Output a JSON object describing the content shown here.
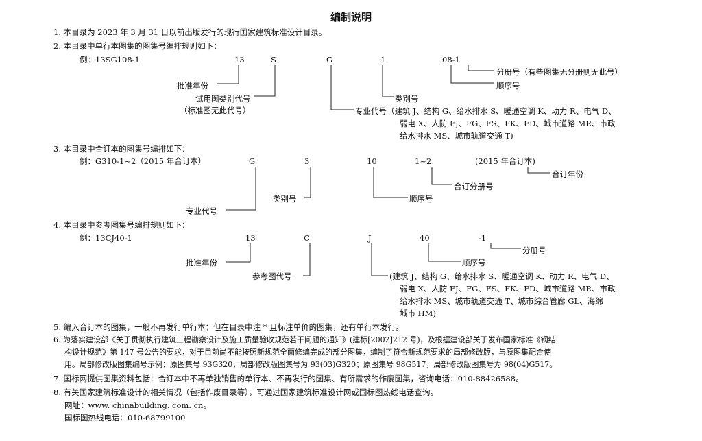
{
  "title": "编制说明",
  "s1": {
    "line": "1. 本目录为 2023 年 3 月 31 日以前出版发行的现行国家建筑标准设计目录。"
  },
  "s2": {
    "line": "2. 本目录中单行本图集的图集号编排规则如下：",
    "example": "例：13SG108-1",
    "parts": [
      "13",
      "S",
      "G",
      "1",
      "08-1"
    ],
    "labels": {
      "year": "批准年份",
      "trial_1": "试用图类别代号",
      "trial_2": "（标准图无此代号）",
      "category": "类别号",
      "order": "顺序号",
      "volume": "分册号（有些图集无分册则无此号）",
      "major_1": "专业代号（建筑 J、结构 G、给水排水 S、暖通空调 K、动力 R、电气 D、",
      "major_2": "弱电 X、人防 FJ、FG、FS、FK、FD、城市道路 MR、市政",
      "major_3": "给水排水 MS、城市轨道交通 T)"
    }
  },
  "s3": {
    "line": "3. 本目录中合订本的图集号编排如下：",
    "example": "例：G310-1~2（2015 年合订本）",
    "parts": [
      "G",
      "3",
      "10",
      "1~2",
      "(2015 年合订本)"
    ],
    "labels": {
      "year": "合订年份",
      "volume": "合订分册号",
      "order": "顺序号",
      "category": "类别号",
      "major": "专业代号"
    }
  },
  "s4": {
    "line": "4. 本目录中参考图集号编排规则如下：",
    "example": "例：13CJ40-1",
    "parts": [
      "13",
      "C",
      "J",
      "40",
      "-1"
    ],
    "labels": {
      "volume": "分册号",
      "order": "顺序号",
      "year": "批准年份",
      "ref": "参考图代号",
      "major_1": "(建筑 J、结构 G、给水排水 S、暖通空调 K、动力 R、电气 D、",
      "major_2": "弱电 X、人防 FJ、FG、FS、FK、FD、城市道路 MR、市政",
      "major_3": "给水排水 MS、城市轨道交通 T、城市综合管廊 GL、海绵",
      "major_4": "城市 HM)"
    }
  },
  "s5": {
    "line": "5. 编入合订本的图集，一般不再发行单行本；但在目录中注 * 且标注单价的图集，还有单行本发行。"
  },
  "s6": {
    "line_1": "6. 为落实建设部《关于贯彻执行建筑工程勘察设计及施工质量验收规范若干问题的通知》(建标[2002]212 号)，及根据建设部关于发布国家标准《钢结",
    "line_2": "构设计规范》第 147 号公告的要求，对于目前尚不能按照新规范全面修编完成的部分图集，编制了符合新规范要求的局部修改版，与原图集配合使",
    "line_3": "用。局部修改版图集编号示例：原图集号 93G320，局部修改版图集号为 93(03)G320；原图集号 98G517，局部修改版图集号为 98(04)G517。"
  },
  "s7": {
    "line": "7. 国标网提供图集资料包括：合订本中不再单独销售的单行本、不再发行的图集、有所需求的作废图集，咨询电话：010-88426588。"
  },
  "s8": {
    "line": "8. 有关国家建筑标准设计的相关情况（包括作废目录等），可通过国家建筑标准设计网或国标图热线电话查询。",
    "web": "网址：www. chinabuilding. com. cn。",
    "hotline": "国标图热线电话：010-68799100"
  }
}
